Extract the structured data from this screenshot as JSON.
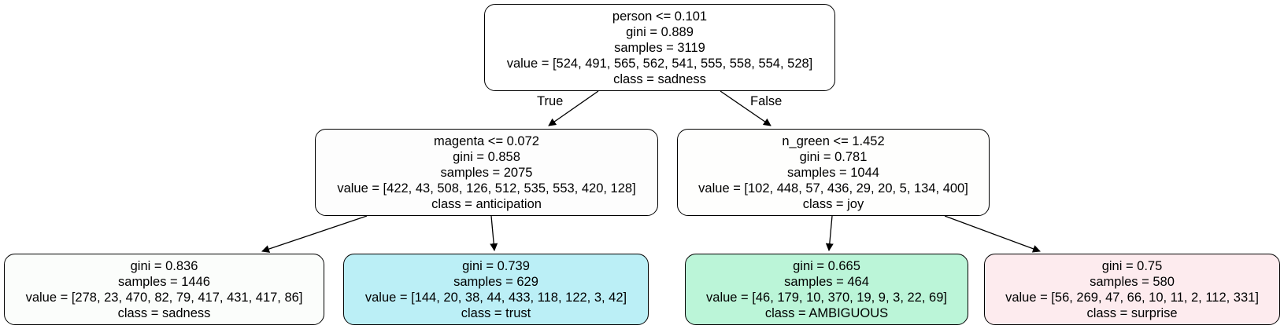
{
  "nodes": {
    "root": {
      "split": "person <= 0.101",
      "gini": "gini = 0.889",
      "samples": "samples = 3119",
      "value": "value = [524, 491, 565, 562, 541, 555, 558, 554, 528]",
      "class": "class = sadness",
      "color": "#ffffff"
    },
    "left": {
      "split": "magenta <= 0.072",
      "gini": "gini = 0.858",
      "samples": "samples = 2075",
      "value": "value = [422, 43, 508, 126, 512, 535, 553, 420, 128]",
      "class": "class = anticipation",
      "color": "#fdfdfd"
    },
    "right": {
      "split": "n_green <= 1.452",
      "gini": "gini = 0.781",
      "samples": "samples = 1044",
      "value": "value = [102, 448, 57, 436, 29, 20, 5, 134, 400]",
      "class": "class = joy",
      "color": "#fefefd"
    },
    "leaf_ll": {
      "gini": "gini = 0.836",
      "samples": "samples = 1446",
      "value": "value = [278, 23, 470, 82, 79, 417, 431, 417, 86]",
      "class": "class = sadness",
      "color": "#fbfdfb"
    },
    "leaf_lr": {
      "gini": "gini = 0.739",
      "samples": "samples = 629",
      "value": "value = [144, 20, 38, 44, 433, 118, 122, 3, 42]",
      "class": "class = trust",
      "color": "#bbeff6"
    },
    "leaf_rl": {
      "gini": "gini = 0.665",
      "samples": "samples = 464",
      "value": "value = [46, 179, 10, 370, 19, 9, 3, 22, 69]",
      "class": "class = AMBIGUOUS",
      "color": "#bbf5d8"
    },
    "leaf_rr": {
      "gini": "gini = 0.75",
      "samples": "samples = 580",
      "value": "value = [56, 269, 47, 66, 10, 11, 2, 112, 331]",
      "class": "class = surprise",
      "color": "#fdebee"
    }
  },
  "edges": {
    "true_label": "True",
    "false_label": "False"
  }
}
